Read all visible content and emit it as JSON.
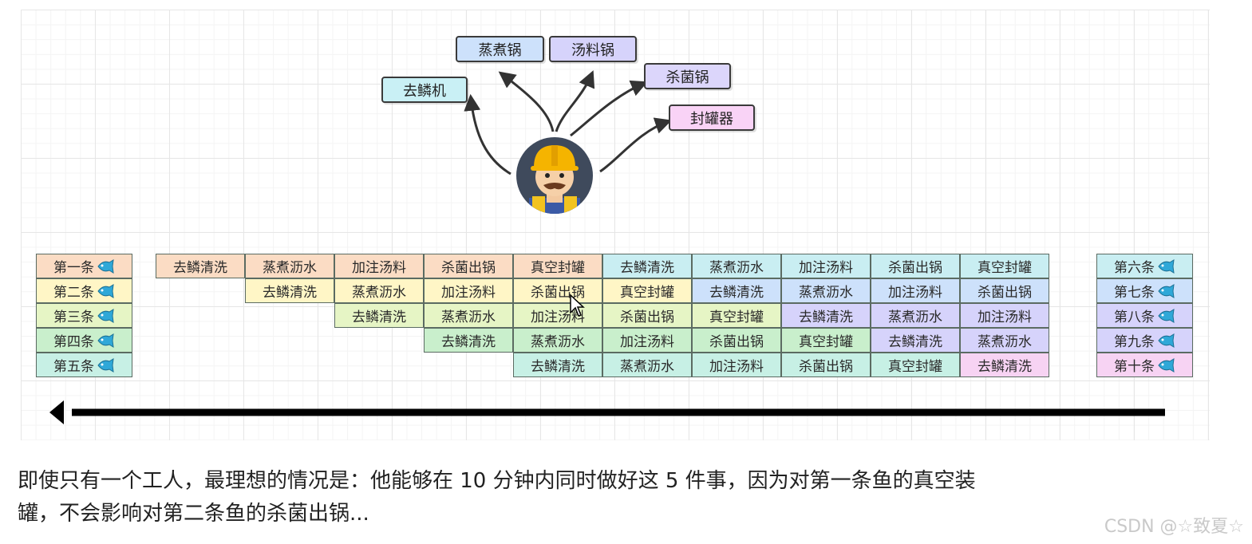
{
  "tasks": {
    "steam_pot": "蒸煮锅",
    "soup_pot": "汤料锅",
    "descaler": "去鳞机",
    "sterilize_pot": "杀菌锅",
    "can_sealer": "封罐器"
  },
  "rows": [
    {
      "label": "第一条",
      "cells": [
        "去鳞清洗",
        "蒸煮沥水",
        "加注汤料",
        "杀菌出锅",
        "真空封罐",
        "去鳞清洗",
        "蒸煮沥水",
        "加注汤料",
        "杀菌出锅",
        "真空封罐"
      ]
    },
    {
      "label": "第二条",
      "cells": [
        "去鳞清洗",
        "蒸煮沥水",
        "加注汤料",
        "杀菌出锅",
        "真空封罐",
        "去鳞清洗",
        "蒸煮沥水",
        "加注汤料",
        "杀菌出锅"
      ]
    },
    {
      "label": "第三条",
      "cells": [
        "去鳞清洗",
        "蒸煮沥水",
        "加注汤料",
        "杀菌出锅",
        "真空封罐",
        "去鳞清洗",
        "蒸煮沥水",
        "加注汤料"
      ]
    },
    {
      "label": "第四条",
      "cells": [
        "去鳞清洗",
        "蒸煮沥水",
        "加注汤料",
        "杀菌出锅",
        "真空封罐",
        "去鳞清洗",
        "蒸煮沥水"
      ]
    },
    {
      "label": "第五条",
      "cells": [
        "去鳞清洗",
        "蒸煮沥水",
        "加注汤料",
        "杀菌出锅",
        "真空封罐",
        "去鳞清洗"
      ]
    }
  ],
  "right_labels": [
    "第六条",
    "第七条",
    "第八条",
    "第九条",
    "第十条"
  ],
  "row_colors": [
    "#fbdcc4",
    "#fff6c6",
    "#e6f5c5",
    "#c9efcc",
    "#c7f0e5"
  ],
  "color_teal": "#c9eef2",
  "color_blue": "#cde1fb",
  "color_lavender": "#d6d3fb",
  "color_pink": "#f7d3f3",
  "caption": {
    "line1": "即使只有一个工人，最理想的情况是：他能够在 10 分钟内同时做好这 5 件事，因为对第一条鱼的真空装",
    "line2": "罐，不会影响对第二条鱼的杀菌出锅..."
  },
  "watermark": "CSDN @☆致夏☆",
  "icons": {
    "worker": "worker-avatar-icon",
    "fish": "fish-icon",
    "cursor": "mouse-cursor-icon"
  }
}
